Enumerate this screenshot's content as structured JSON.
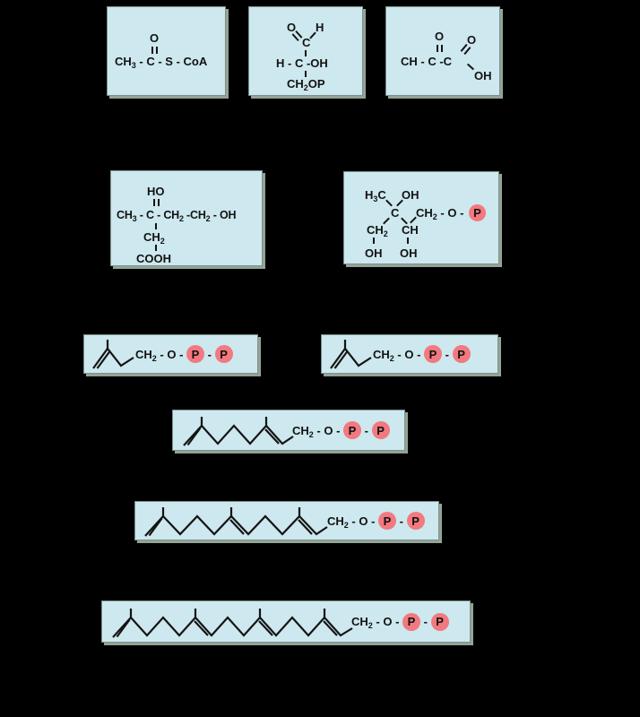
{
  "colors": {
    "background": "#000000",
    "box_fill": "#cde8ee",
    "box_shadow": "#93a396",
    "phosphate_fill": "#f2797f",
    "ink": "#121212"
  },
  "structures": {
    "acetyl_coa": {
      "top_atom": "O",
      "formula": [
        {
          "t": "CH"
        },
        {
          "t": "3",
          "sub": true
        },
        {
          "t": " - C - S - CoA"
        }
      ]
    },
    "glyceraldehyde_phosphate": {
      "o": "O",
      "h": "H",
      "c": "C",
      "mid_row": "H - C -OH",
      "bottom": [
        {
          "t": "CH"
        },
        {
          "t": "2",
          "sub": true
        },
        {
          "t": "OP"
        }
      ]
    },
    "pyruvate": {
      "o_left": "O",
      "o_right": "O",
      "main_row": "CH - C -C",
      "oh": "OH"
    },
    "mevalonate": {
      "ho": "HO",
      "main_row": [
        {
          "t": "CH"
        },
        {
          "t": "3",
          "sub": true
        },
        {
          "t": " - C - CH"
        },
        {
          "t": "2",
          "sub": true
        },
        {
          "t": " -CH"
        },
        {
          "t": "2",
          "sub": true
        },
        {
          "t": " - OH"
        }
      ],
      "ch2": [
        {
          "t": "CH"
        },
        {
          "t": "2",
          "sub": true
        }
      ],
      "cooh": "COOH"
    },
    "mep": {
      "h3c": [
        {
          "t": "H"
        },
        {
          "t": "3",
          "sub": true
        },
        {
          "t": "C"
        }
      ],
      "oh_top": "OH",
      "c": "C",
      "chain": [
        {
          "t": "CH"
        },
        {
          "t": "2",
          "sub": true
        },
        {
          "t": " - O - "
        }
      ],
      "p": "P",
      "ch2": [
        {
          "t": "CH"
        },
        {
          "t": "2",
          "sub": true
        }
      ],
      "ch": "CH",
      "oh_left": "OH",
      "oh_right": "OH"
    },
    "ipp": {
      "chain": [
        {
          "t": "CH"
        },
        {
          "t": "2",
          "sub": true
        },
        {
          "t": " - O - "
        }
      ],
      "p1": "P",
      "sep": " - ",
      "p2": "P"
    },
    "dmapp": {
      "chain": [
        {
          "t": "CH"
        },
        {
          "t": "2",
          "sub": true
        },
        {
          "t": " - O - "
        }
      ],
      "p1": "P",
      "sep": " - ",
      "p2": "P"
    },
    "gpp": {
      "chain": [
        {
          "t": "CH"
        },
        {
          "t": "2",
          "sub": true
        },
        {
          "t": " - O - "
        }
      ],
      "p1": "P",
      "sep": " - ",
      "p2": "P"
    },
    "fpp": {
      "chain": [
        {
          "t": "CH"
        },
        {
          "t": "2",
          "sub": true
        },
        {
          "t": " - O - "
        }
      ],
      "p1": "P",
      "sep": " - ",
      "p2": "P"
    },
    "ggpp": {
      "chain": [
        {
          "t": "CH"
        },
        {
          "t": "2",
          "sub": true
        },
        {
          "t": " - O - "
        }
      ],
      "p1": "P",
      "sep": " - ",
      "p2": "P"
    }
  }
}
